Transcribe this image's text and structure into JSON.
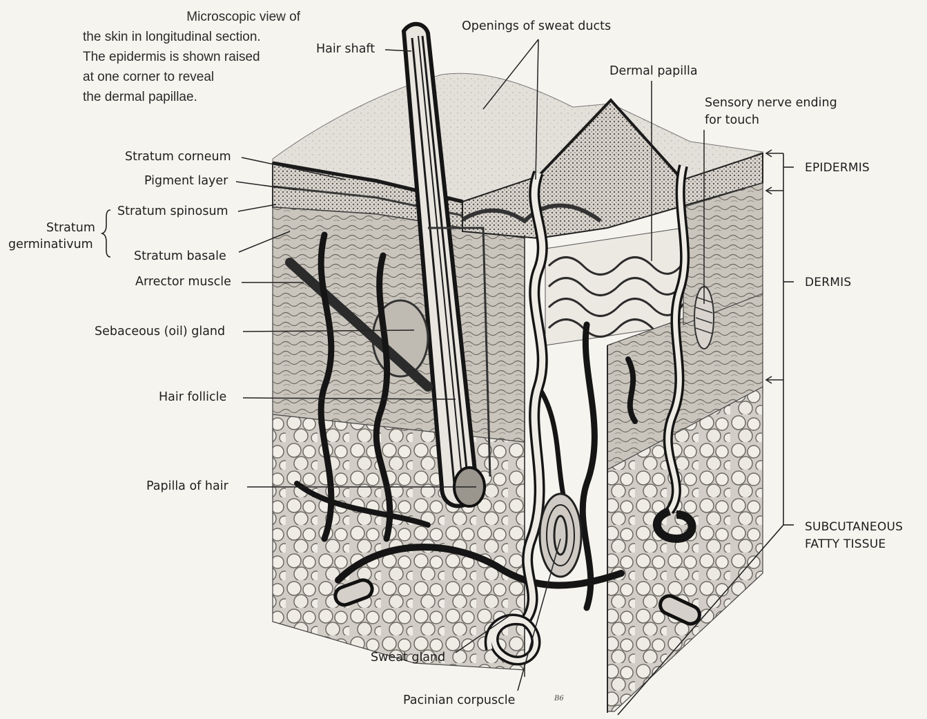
{
  "caption": {
    "line1": "Microscopic view of",
    "line2": "the skin in longitudinal section.",
    "line3": "The epidermis is shown raised",
    "line4": "at one corner to reveal",
    "line5": "the dermal papillae."
  },
  "labels": {
    "hair_shaft": "Hair shaft",
    "openings_of_sweat_ducts": "Openings of sweat ducts",
    "dermal_papilla": "Dermal papilla",
    "sensory_line1": "Sensory nerve ending",
    "sensory_line2": "for touch",
    "stratum_corneum": "Stratum corneum",
    "pigment_layer": "Pigment layer",
    "stratum_spinosum": "Stratum spinosum",
    "stratum_germinativum_line1": "Stratum",
    "stratum_germinativum_line2": "germinativum",
    "stratum_basale": "Stratum basale",
    "arrector_muscle": "Arrector muscle",
    "sebaceous_gland": "Sebaceous (oil) gland",
    "hair_follicle": "Hair follicle",
    "papilla_of_hair": "Papilla of hair",
    "sweat_gland": "Sweat gland",
    "pacinian_corpuscle": "Pacinian corpuscle"
  },
  "zones": {
    "epidermis": "EPIDERMIS",
    "dermis": "DERMIS",
    "subcutaneous_line1": "SUBCUTANEOUS",
    "subcutaneous_line2": "FATTY TISSUE"
  },
  "signature": "B6",
  "colors": {
    "background": "#f6f4ef",
    "ink": "#1c1c1c",
    "tissue_light": "#e4e1db",
    "tissue_mid": "#bdb8b0",
    "tissue_dark": "#6e6a64"
  }
}
